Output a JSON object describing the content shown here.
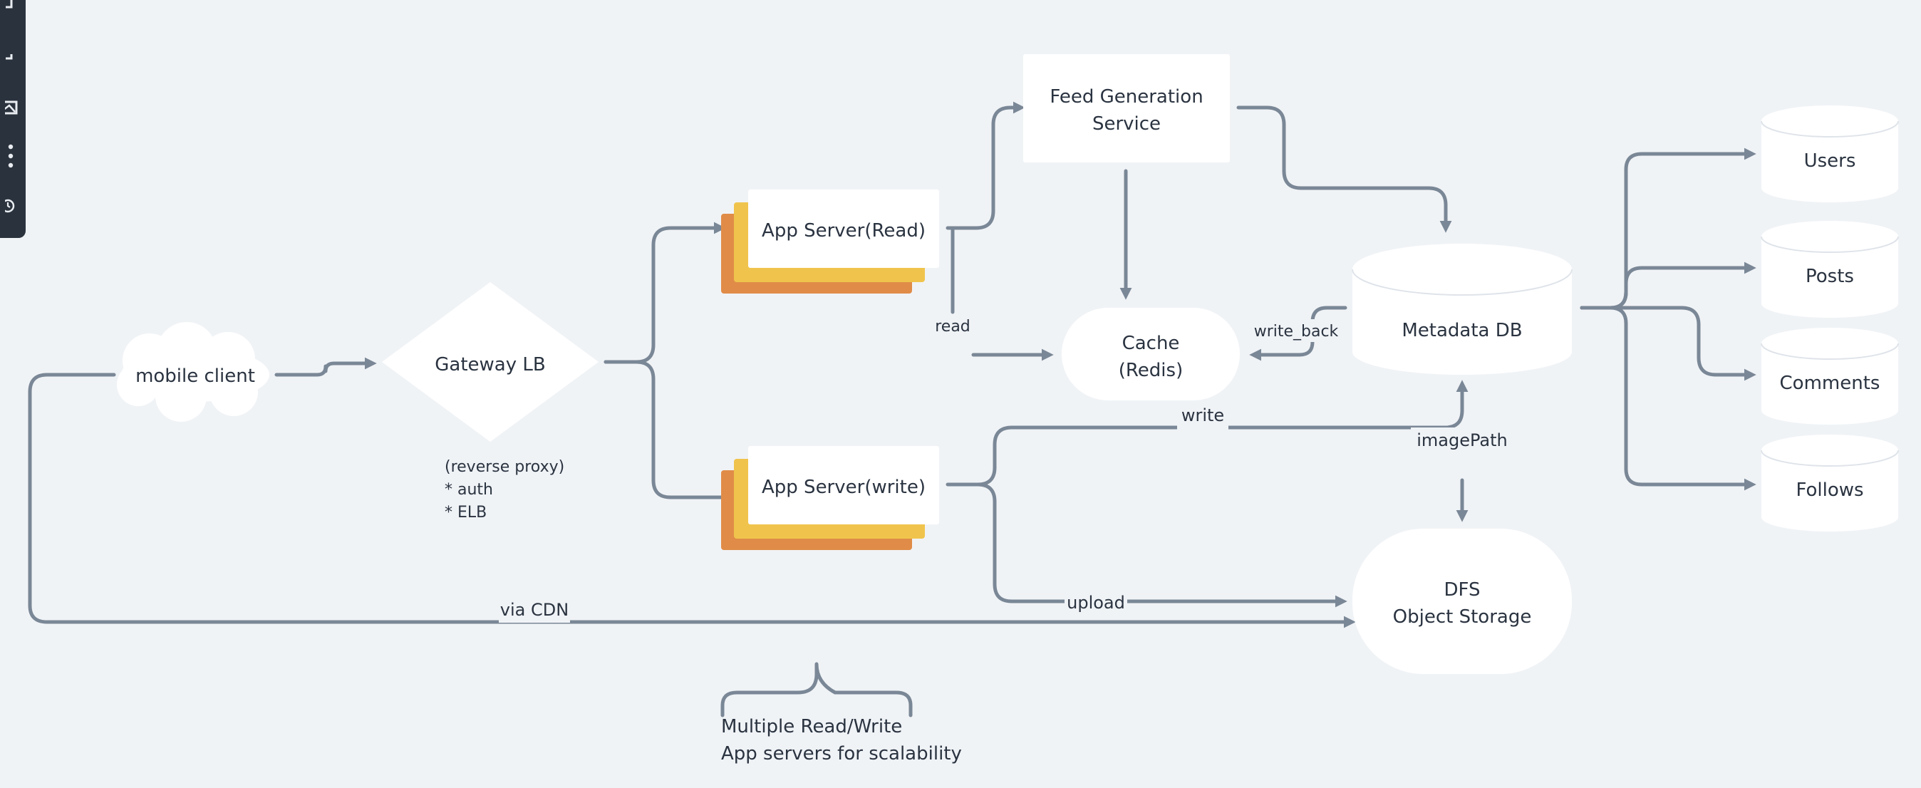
{
  "diagram": {
    "nodes": {
      "mobile_client": "mobile client",
      "gateway_lb": "Gateway LB",
      "gateway_notes": [
        "(reverse proxy)",
        "* auth",
        "* ELB"
      ],
      "app_read": "App Server(Read)",
      "app_write": "App Server(write)",
      "feed_service": [
        "Feed Generation",
        "Service"
      ],
      "cache": [
        "Cache",
        "(Redis)"
      ],
      "metadata_db": "Metadata DB",
      "dfs": [
        "DFS",
        "Object Storage"
      ],
      "users": "Users",
      "posts": "Posts",
      "comments": "Comments",
      "follows": "Follows",
      "brace_note": [
        "Multiple Read/Write",
        "App servers for scalability"
      ]
    },
    "edges": {
      "read": "read",
      "write_back": "write_back",
      "write": "write",
      "image_path": "imagePath",
      "upload": "upload",
      "via_cdn": "via CDN"
    }
  },
  "colors": {
    "background": "#f0f3f6",
    "node_fill": "#ffffff",
    "edge": "#7a8796",
    "stack_yellow": "#f0c44c",
    "stack_orange": "#e08c48",
    "toolbar": "#2a323d"
  },
  "toolbar_icons": [
    "shape-icon",
    "line-icon",
    "image-icon",
    "more-icon",
    "history-icon"
  ]
}
